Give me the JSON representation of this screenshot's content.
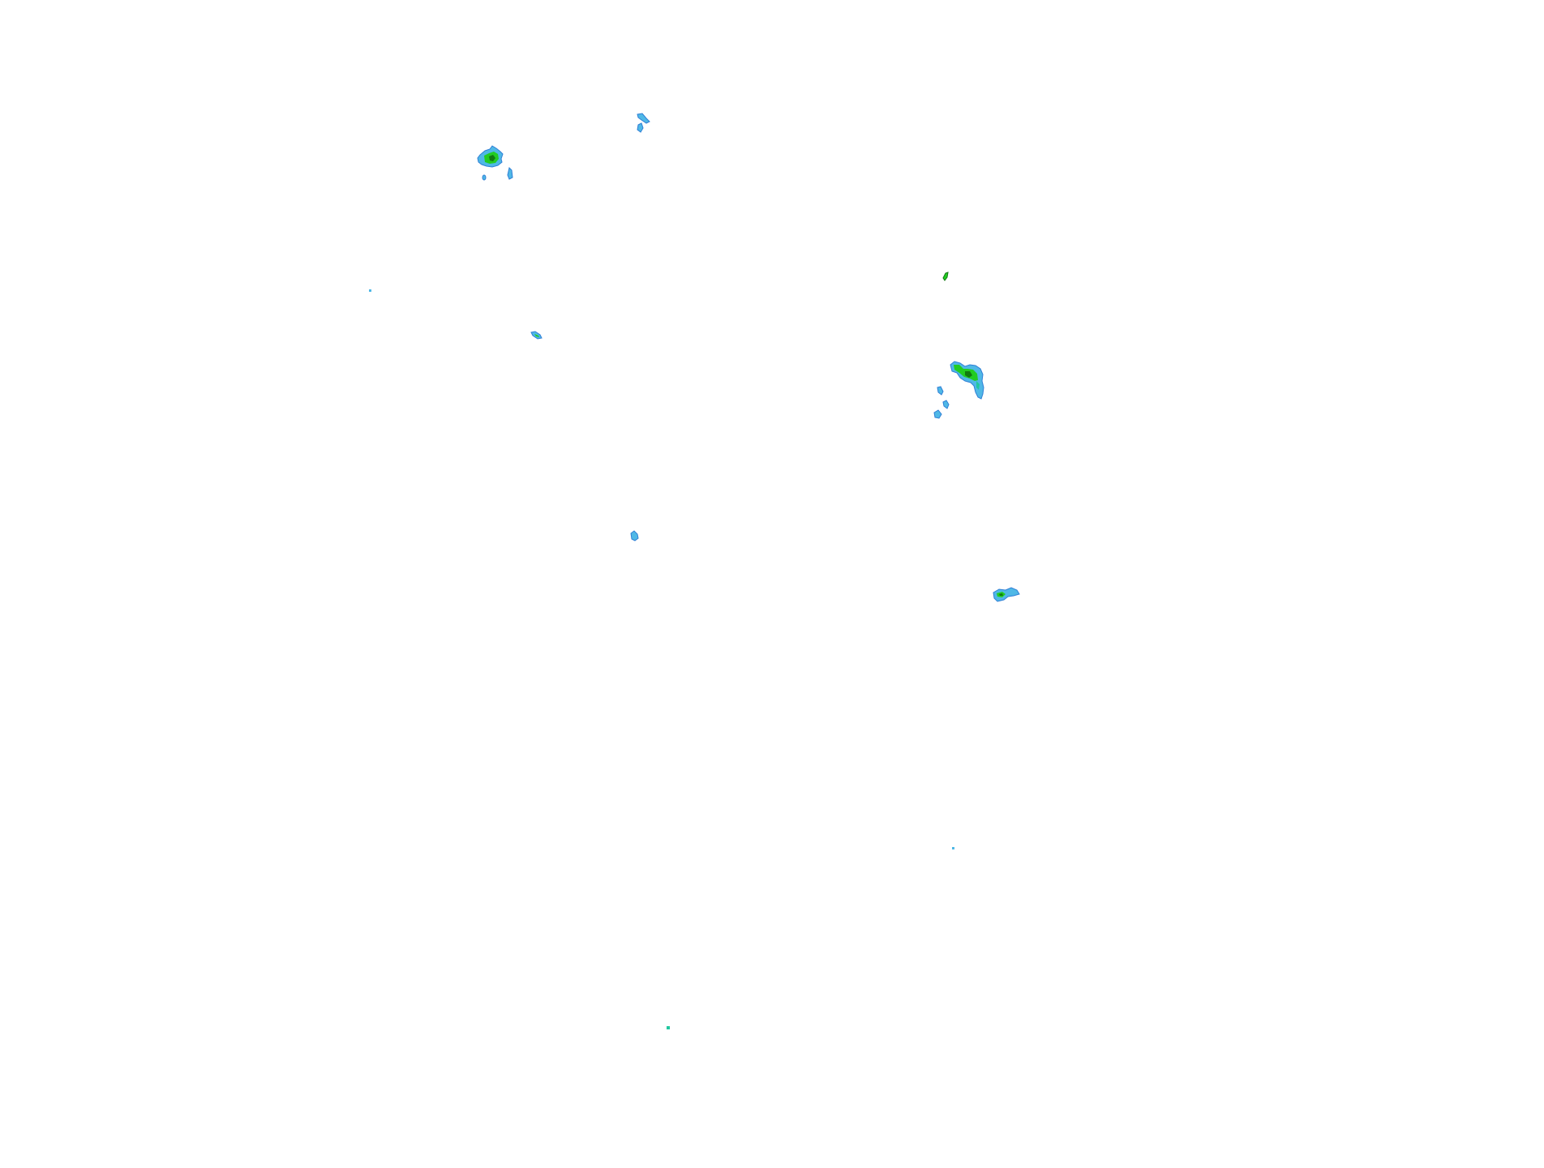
{
  "map": {
    "background": "#ffffff",
    "legend_colors": {
      "light": "#4fb8e6",
      "medium": "#22c7a0",
      "heavy": "#22cc22",
      "core": "#117a11",
      "outline": "#2f7fd6"
    },
    "cells": [
      {
        "id": "cell-north-a",
        "intensity": "light"
      },
      {
        "id": "cell-north-b",
        "intensity": "light"
      },
      {
        "id": "cell-northwest-cluster",
        "intensity": "heavy"
      },
      {
        "id": "cell-northwest-drop-1",
        "intensity": "light"
      },
      {
        "id": "cell-northwest-drop-2",
        "intensity": "light"
      },
      {
        "id": "cell-west-dot",
        "intensity": "light"
      },
      {
        "id": "cell-west-streak",
        "intensity": "heavy"
      },
      {
        "id": "cell-east-streak",
        "intensity": "heavy"
      },
      {
        "id": "cell-east-main",
        "intensity": "heavy"
      },
      {
        "id": "cell-east-drop-1",
        "intensity": "light"
      },
      {
        "id": "cell-east-drop-2",
        "intensity": "light"
      },
      {
        "id": "cell-east-drop-3",
        "intensity": "light"
      },
      {
        "id": "cell-center",
        "intensity": "light"
      },
      {
        "id": "cell-southeast",
        "intensity": "heavy"
      },
      {
        "id": "cell-south-dot",
        "intensity": "light"
      },
      {
        "id": "cell-far-south-dot",
        "intensity": "medium"
      }
    ]
  }
}
